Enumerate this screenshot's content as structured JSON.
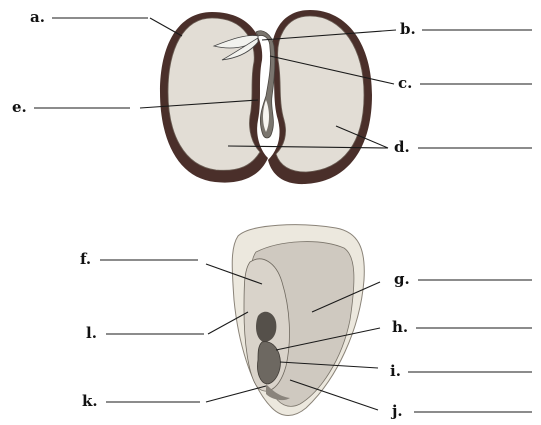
{
  "labels": {
    "a": "a.",
    "b": "b.",
    "c": "c.",
    "d": "d.",
    "e": "e.",
    "f": "f.",
    "g": "g.",
    "h": "h.",
    "i": "i.",
    "j": "j.",
    "k": "k.",
    "l": "l."
  },
  "colors": {
    "seed_coat": "#4a2f2a",
    "cotyledon": "#e2ddd5",
    "embryo": "#7a756e",
    "leaf": "#f2f2ee",
    "corn_hull": "#ece8de",
    "endosperm": "#cfc9c0",
    "line": "#1a1a1a"
  }
}
